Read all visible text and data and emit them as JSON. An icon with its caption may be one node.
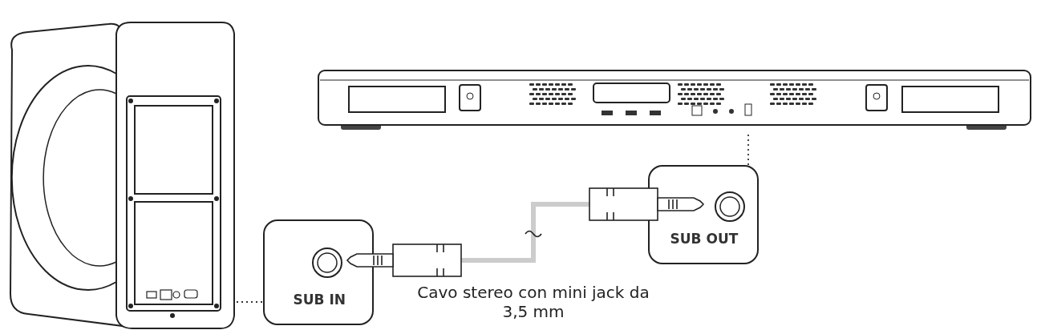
{
  "diagram": {
    "nodes": [
      {
        "text": [],
        "shape": "picture"
      },
      {
        "text": [],
        "shape": "picture"
      },
      {
        "text": [
          "SUB IN"
        ]
      },
      {
        "text": [
          "SUB OUT"
        ]
      }
    ],
    "edges": [
      {
        "from": 0,
        "to": 2,
        "arrow": "none",
        "style": "dashed"
      },
      {
        "from": 1,
        "to": 3,
        "arrow": "none",
        "style": "dashed"
      },
      {
        "from": 2,
        "to": 3,
        "arrow": "none",
        "label": "Cavo stereo con mini jack da 3,5 mm",
        "style": "thick",
        "color": "#cccccc"
      }
    ]
  }
}
